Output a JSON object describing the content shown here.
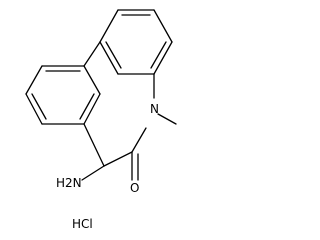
{
  "molecule": {
    "atoms": {
      "nitrogen": "N",
      "amine": "H2N",
      "oxygen": "O"
    },
    "salt": "HCl"
  },
  "colors": {
    "background": "#ffffff",
    "bond": "#000000",
    "text": "#000000"
  }
}
